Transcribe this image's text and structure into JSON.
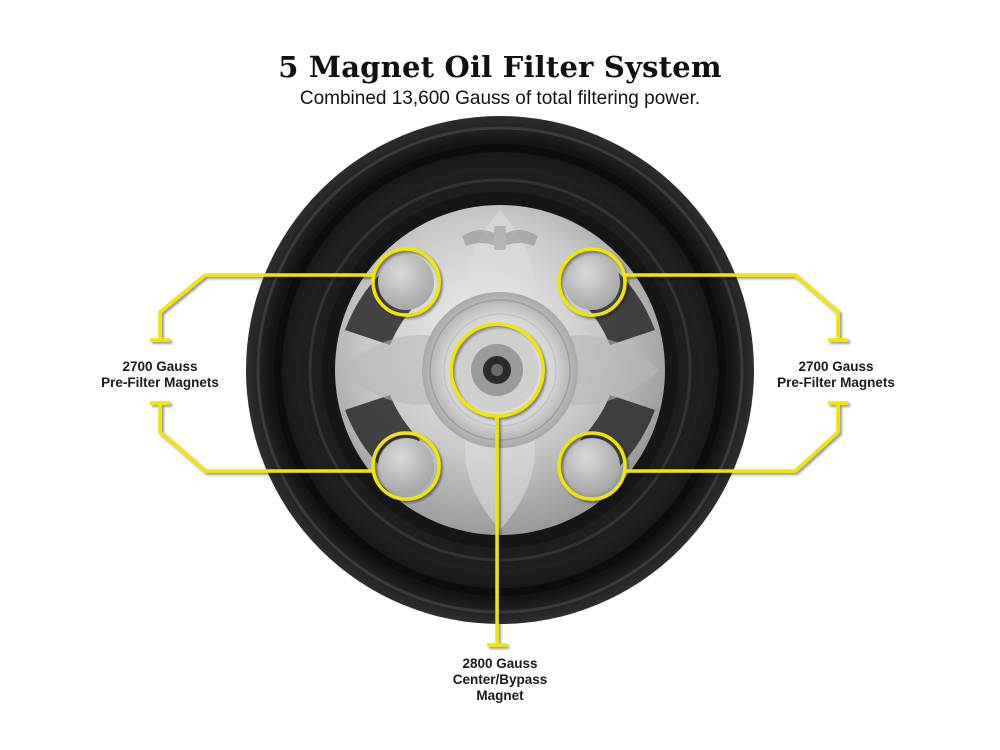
{
  "header": {
    "title": "5 Magnet Oil Filter System",
    "subtitle": "Combined 13,600 Gauss of total filtering power."
  },
  "colors": {
    "callout_line": "#f2e600",
    "tire_dark": "#1c1c1c",
    "metal": "#c9c9c9",
    "magnet": "#bdbdbd"
  },
  "labels": {
    "left": {
      "line1": "2700 Gauss",
      "line2": "Pre-Filter Magnets"
    },
    "right": {
      "line1": "2700 Gauss",
      "line2": "Pre-Filter Magnets"
    },
    "bottom": {
      "line1": "2800 Gauss",
      "line2": "Center/Bypass",
      "line3": "Magnet"
    }
  }
}
